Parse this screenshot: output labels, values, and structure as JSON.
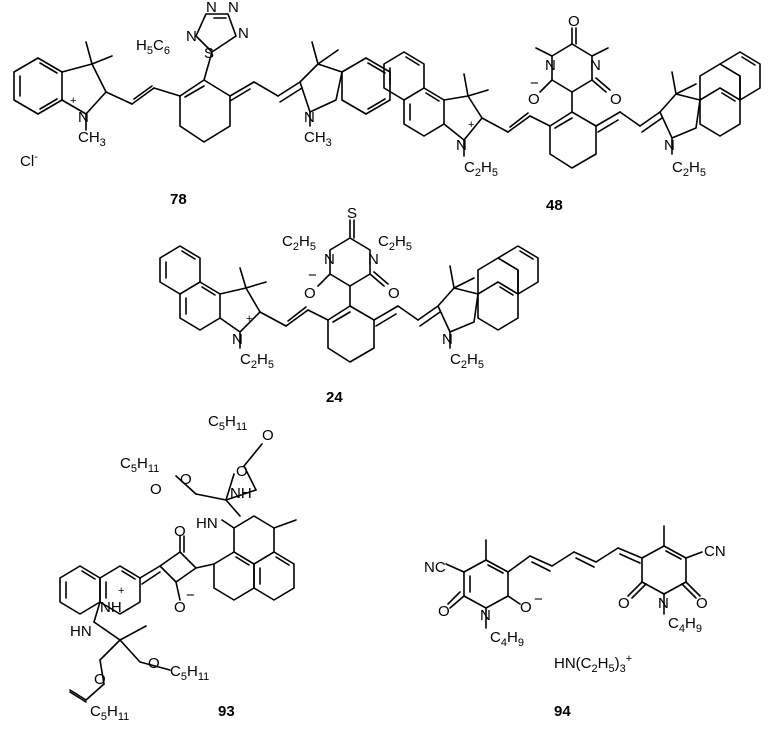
{
  "figure": {
    "compounds": [
      {
        "id": "78",
        "labels": {
          "ring_N_left": "N",
          "charge_plus": "+",
          "methyl_left": "CH3",
          "counterion": "Cl-",
          "sulfur": "S",
          "phenyl_N": "N",
          "phenyl_sub": "H5C6",
          "tetrazole_N": "N",
          "ring_N_right": "N",
          "methyl_right": "CH3"
        }
      },
      {
        "id": "48",
        "labels": {
          "ring_N_left": "N",
          "charge_plus": "+",
          "ethyl_left": "C2H5",
          "barb_N1": "N",
          "barb_N2": "N",
          "barb_O1": "O",
          "barb_O2": "O",
          "barb_O3": "O",
          "charge_minus": "−",
          "ring_N_right": "N",
          "ethyl_right": "C2H5"
        }
      },
      {
        "id": "24",
        "labels": {
          "ring_N_left": "N",
          "charge_plus": "+",
          "ethyl_left": "C2H5",
          "barb_N1": "N",
          "barb_N2": "N",
          "barb_ethyl1": "C2H5",
          "barb_ethyl2": "C2H5",
          "thio": "S",
          "barb_O1": "O",
          "barb_O2": "O",
          "charge_minus": "−",
          "ring_N_right": "N",
          "ethyl_right": "C2H5"
        }
      },
      {
        "id": "93",
        "labels": {
          "amine1": "NH",
          "amine2": "HN",
          "amine3": "NH",
          "amine4": "HN",
          "pentyl": "C5H11",
          "ester_O": "O",
          "squaraine_O": "O",
          "squaraine_O_minus": "O",
          "charge_plus": "+",
          "charge_minus": "−"
        }
      },
      {
        "id": "94",
        "labels": {
          "cyano_left": "NC",
          "cyano_right": "CN",
          "pyridone_N_left": "N",
          "pyridone_N_right": "N",
          "butyl": "C4H9",
          "oxygen": "O",
          "charge_minus": "−",
          "counterion": "HN(C2H5)3+"
        }
      }
    ]
  }
}
